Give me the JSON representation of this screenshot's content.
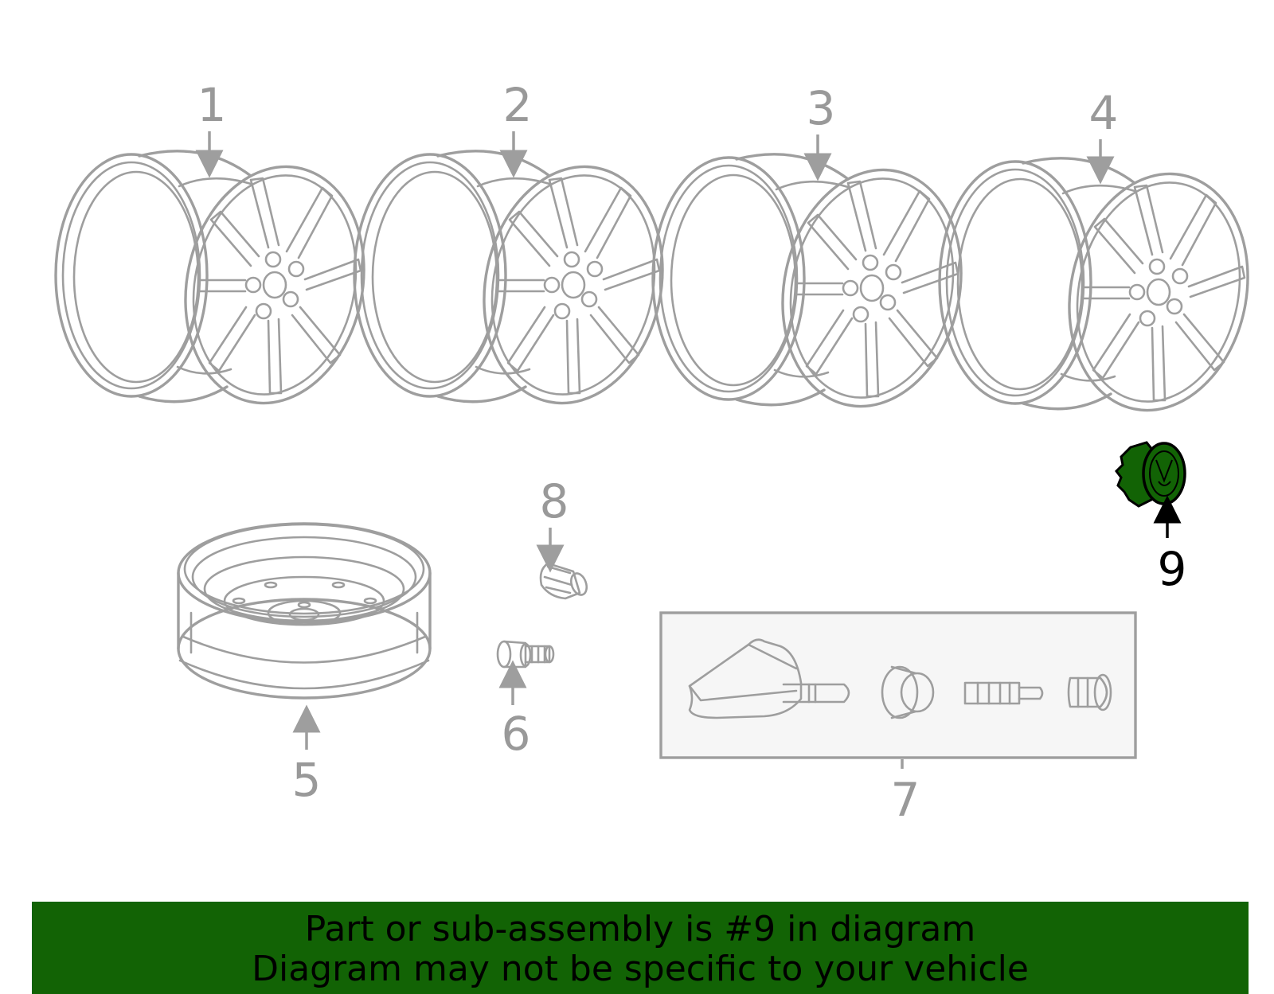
{
  "diagram": {
    "callouts": [
      {
        "number": "1",
        "part": "wheel"
      },
      {
        "number": "2",
        "part": "wheel"
      },
      {
        "number": "3",
        "part": "wheel"
      },
      {
        "number": "4",
        "part": "wheel"
      },
      {
        "number": "5",
        "part": "spare-wheel"
      },
      {
        "number": "6",
        "part": "valve-stem"
      },
      {
        "number": "7",
        "part": "tpms-sensor-kit"
      },
      {
        "number": "8",
        "part": "valve-cap"
      },
      {
        "number": "9",
        "part": "center-cap"
      }
    ],
    "highlighted_part": "9",
    "highlight_color": "#126305",
    "line_color": "#9e9e9e"
  },
  "banner": {
    "line1": "Part or sub-assembly is #9 in diagram",
    "line2": "Diagram may not be specific to your vehicle",
    "background": "#126305"
  }
}
